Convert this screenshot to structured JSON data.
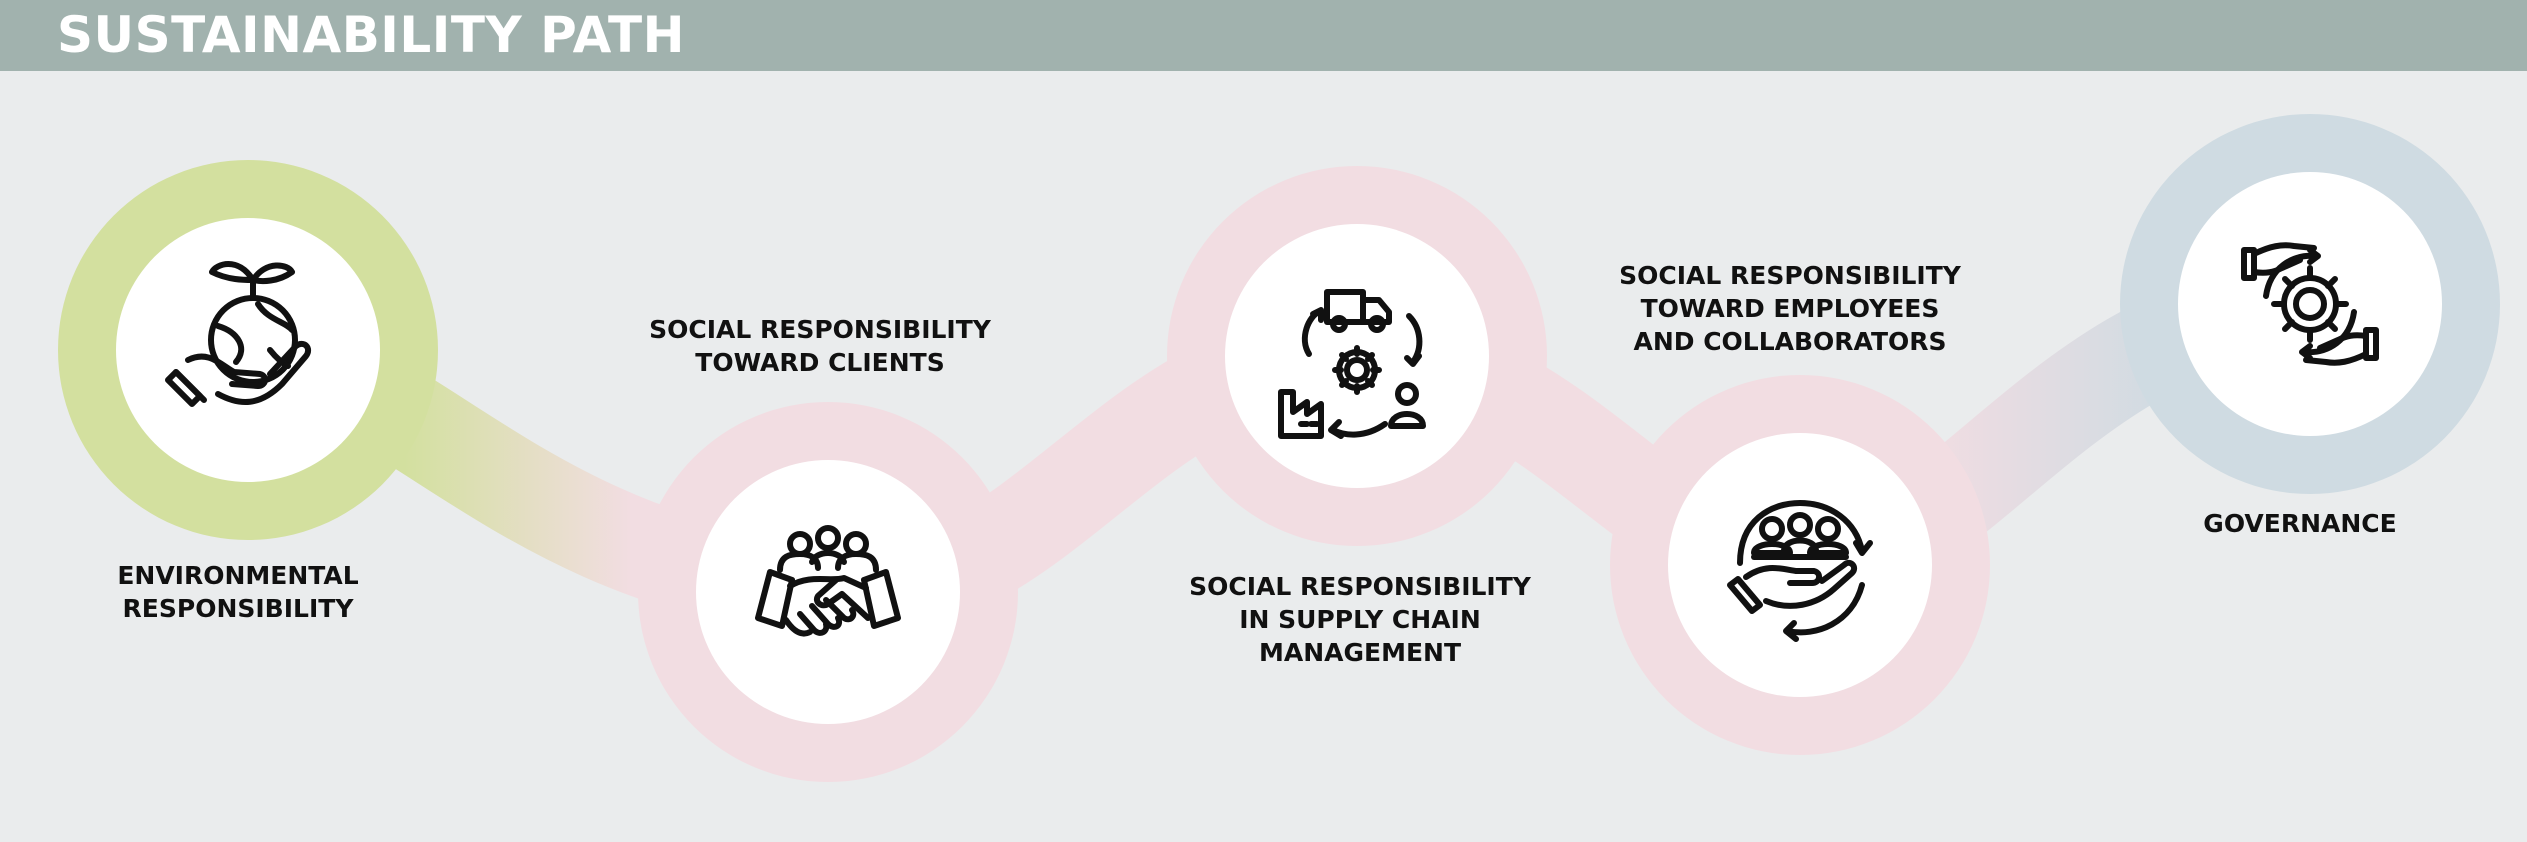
{
  "header": {
    "title": "SUSTAINABILITY PATH"
  },
  "colors": {
    "header_bg": "#a1b2ae",
    "page_bg": "#eaeced",
    "environmental": "#d3e09f",
    "social": "#f2dde2",
    "governance": "#cfdbe2",
    "circle_inner": "#ffffff",
    "icon_stroke": "#111111"
  },
  "stages": [
    {
      "id": "environmental",
      "label": "ENVIRONMENTAL\nRESPONSIBILITY",
      "icon": "plant-earth-hand-icon"
    },
    {
      "id": "clients",
      "label": "SOCIAL RESPONSIBILITY\nTOWARD CLIENTS",
      "icon": "handshake-people-icon"
    },
    {
      "id": "supply-chain",
      "label": "SOCIAL RESPONSIBILITY\nIN SUPPLY CHAIN\nMANAGEMENT",
      "icon": "supply-chain-cycle-icon"
    },
    {
      "id": "employees",
      "label": "SOCIAL RESPONSIBILITY\nTOWARD EMPLOYEES\nAND COLLABORATORS",
      "icon": "people-hand-cycle-icon"
    },
    {
      "id": "governance",
      "label": "GOVERNANCE",
      "icon": "gear-hands-icon"
    }
  ]
}
